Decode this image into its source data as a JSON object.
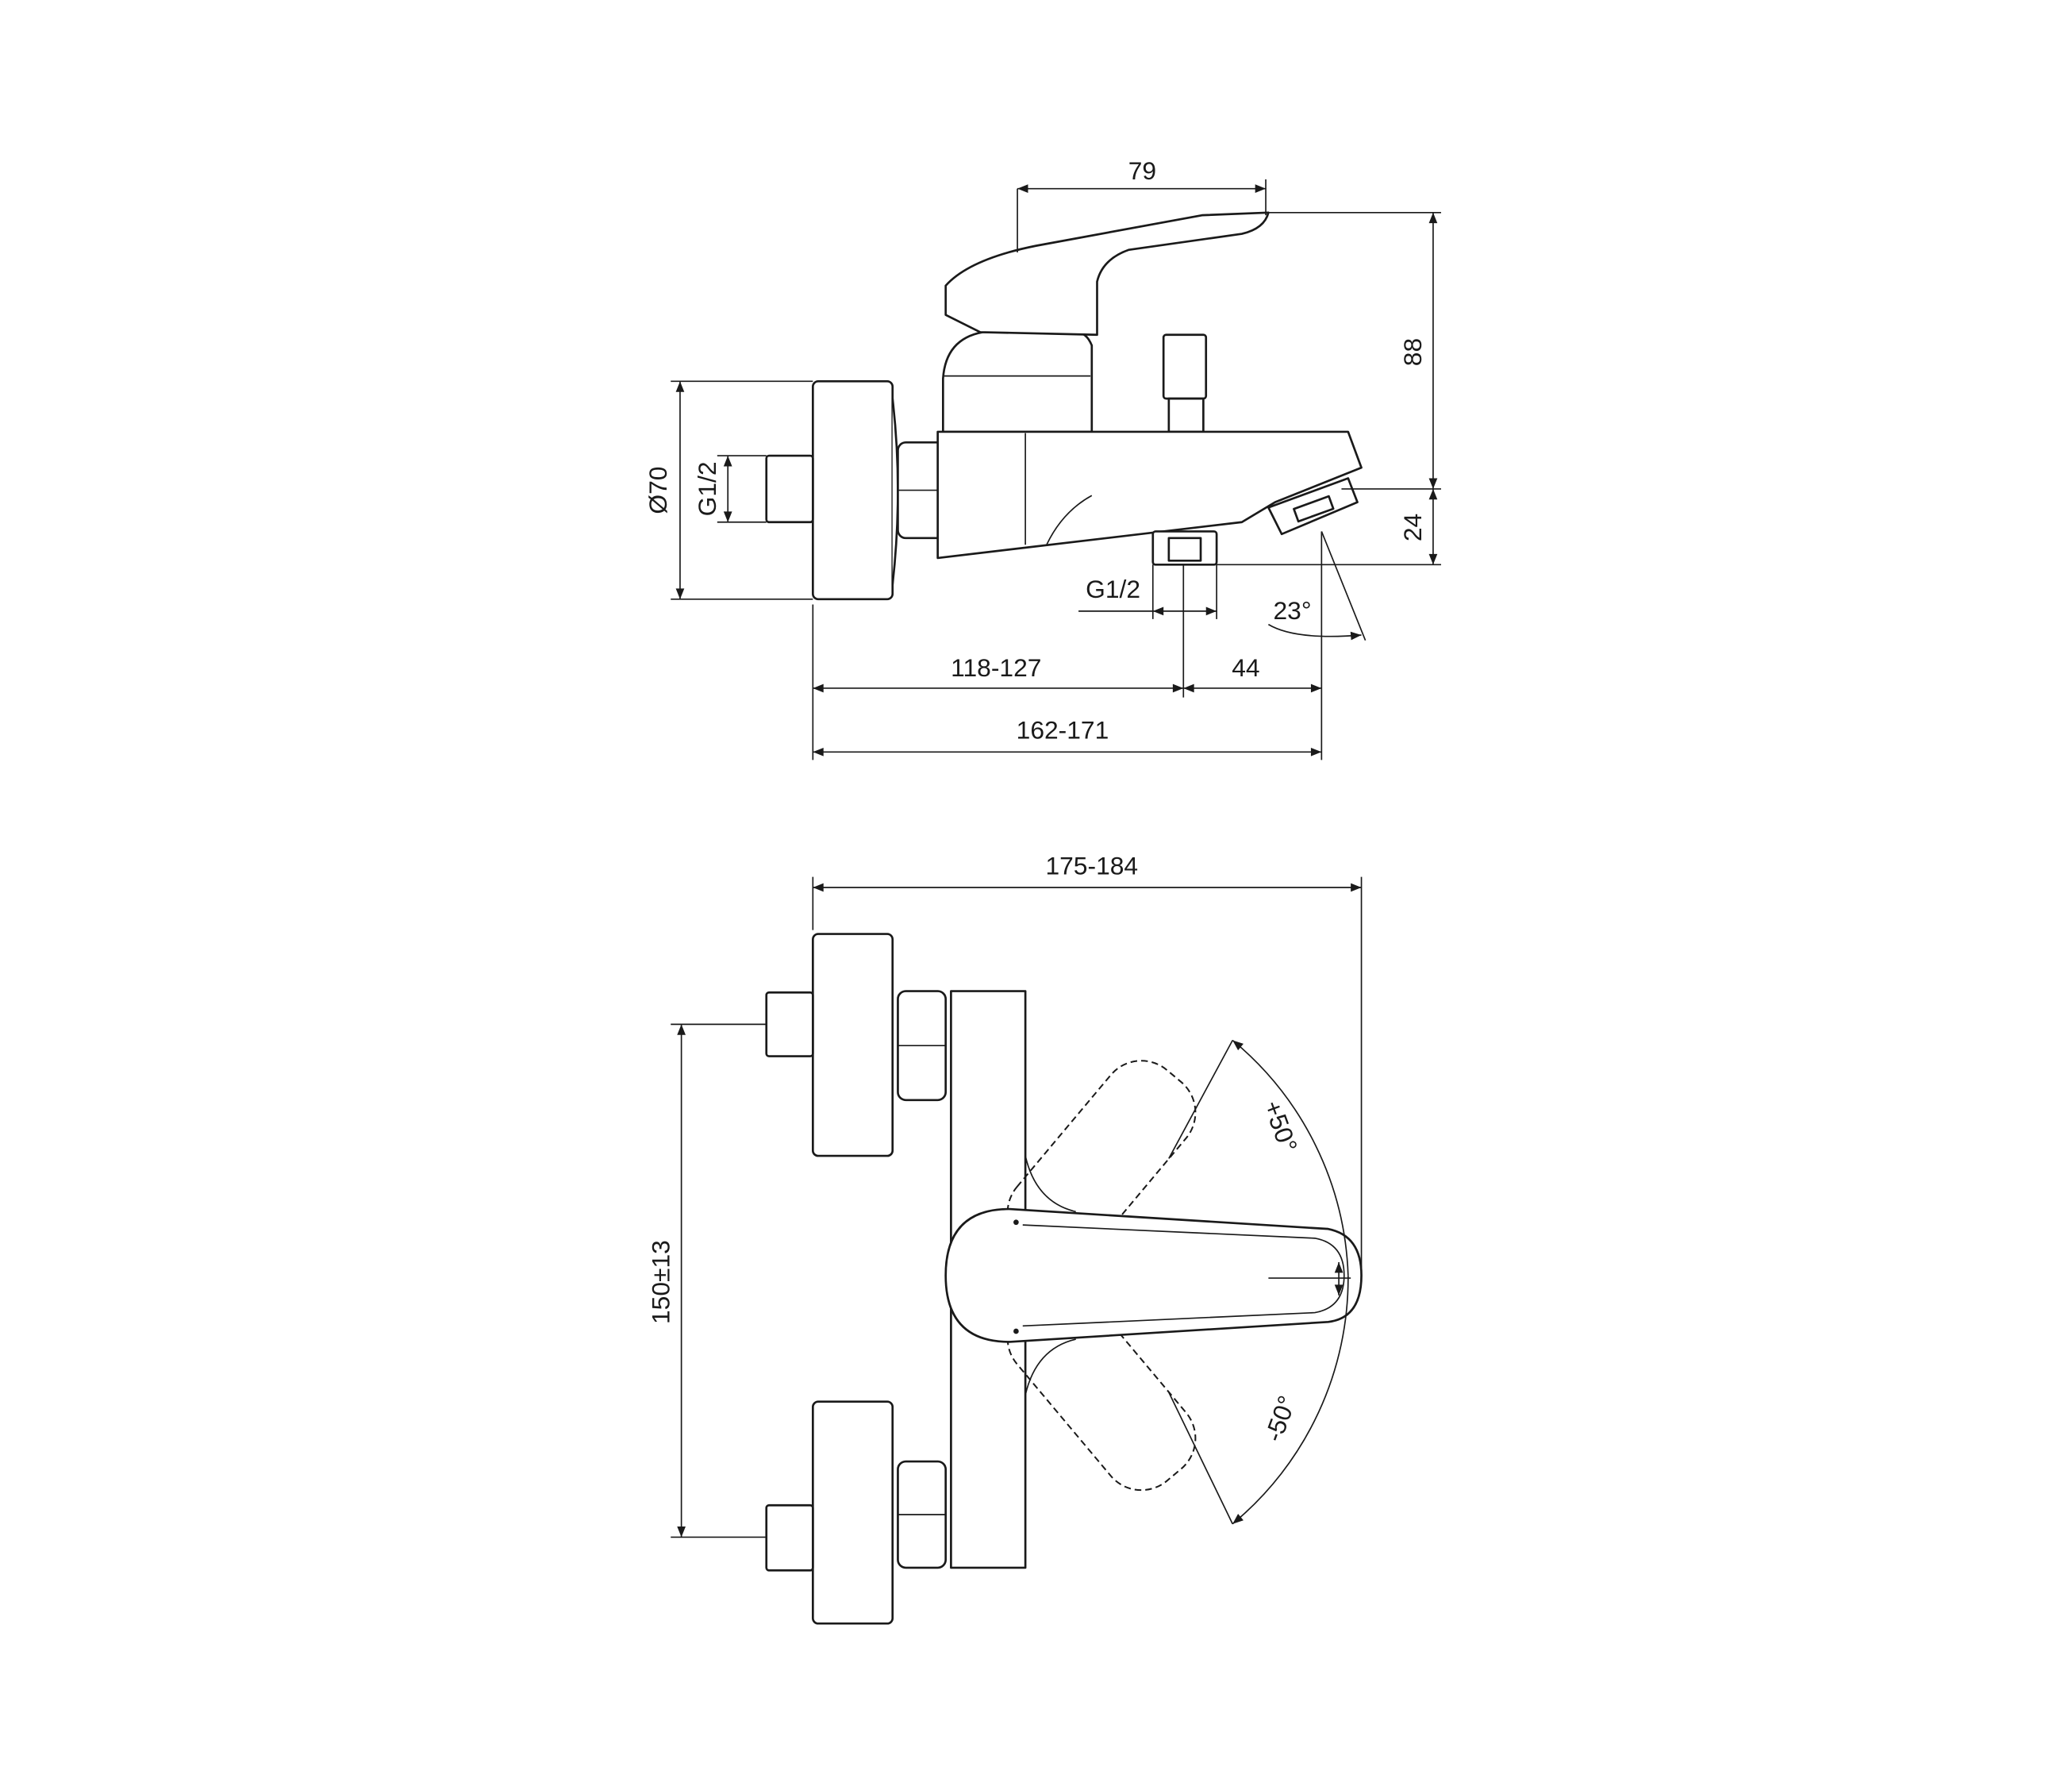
{
  "side_view": {
    "handle_length": "79",
    "height_above_outlet": "88",
    "outlet_height": "24",
    "flange_diameter": "Ø70",
    "inlet_thread": "G1/2",
    "outlet_thread": "G1/2",
    "spout_angle": "23°",
    "wall_to_outlet": "118-127",
    "outlet_to_spout": "44",
    "wall_to_spout": "162-171"
  },
  "top_view": {
    "overall_depth": "175-184",
    "inlet_centers": "150±13",
    "lever_rotation_plus": "+50°",
    "lever_rotation_minus": "-50°"
  },
  "colors": {
    "line": "#1a1a1a",
    "background": "#ffffff"
  }
}
